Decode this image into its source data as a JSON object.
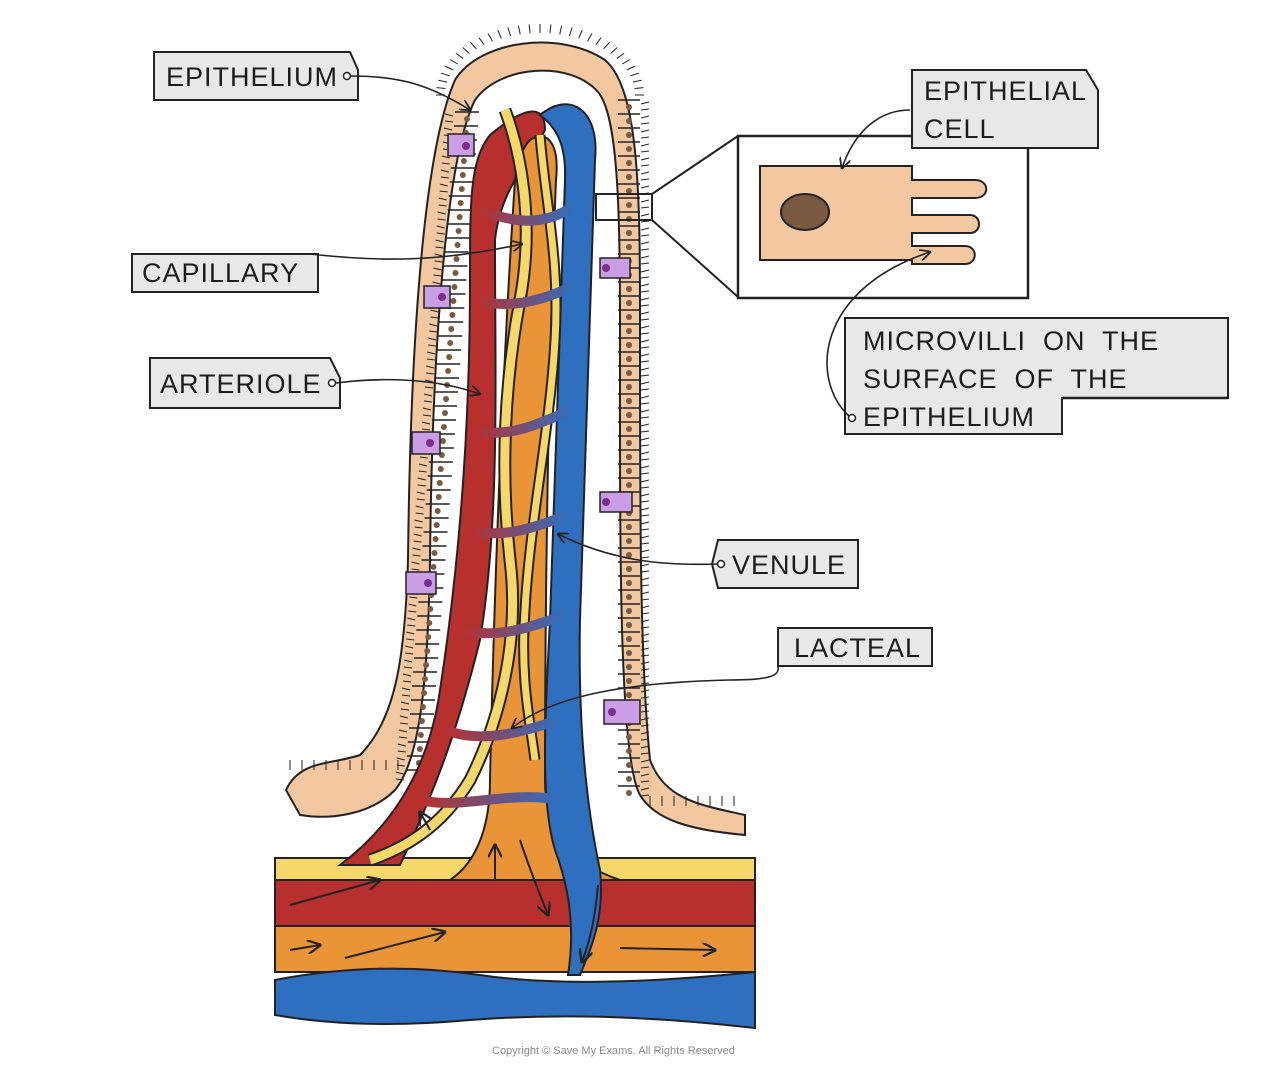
{
  "labels": {
    "epithelium": "EPITHELIUM",
    "epithelial_cell": [
      "EPITHELIAL",
      "CELL"
    ],
    "capillary": "CAPILLARY",
    "arteriole": "ARTERIOLE",
    "microvilli": [
      "MICROVILLI  ON  THE",
      "SURFACE  OF  THE",
      "EPITHELIUM"
    ],
    "venule": "VENULE",
    "lacteal": "LACTEAL"
  },
  "copyright": "Copyright © Save My Exams. All Rights Reserved",
  "colors": {
    "epithelium_cell": "#f3c8a0",
    "goblet_cell": "#c99ee4",
    "nucleus": "#7a5a40",
    "arteriole": "#b8302e",
    "venule": "#2f6fc0",
    "lacteal": "#e99436",
    "lymph_capillary": "#f6d86a",
    "label_box": "#e8e8e8",
    "outline": "#222222"
  }
}
